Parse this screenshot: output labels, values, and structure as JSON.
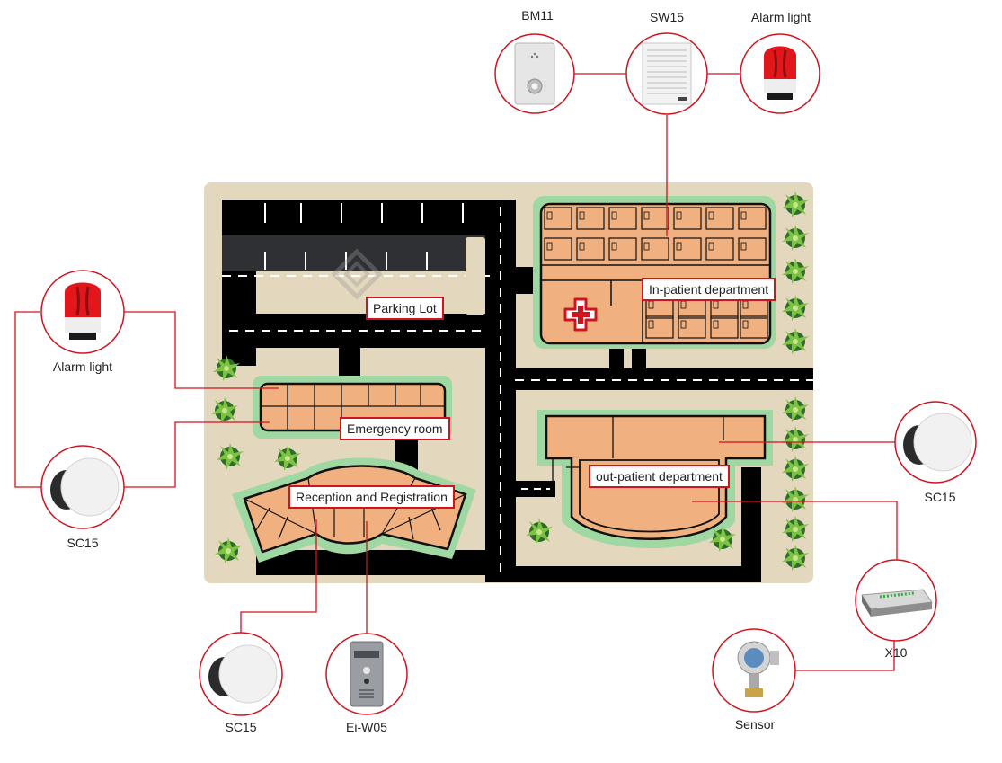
{
  "colors": {
    "ground": "#e3d7bd",
    "road": "#2f3033",
    "lane_marking": "#ffffff",
    "building_fill": "#f0b07f",
    "building_outline": "#111111",
    "lawn": "#9fd8a2",
    "connector": "#d0141e",
    "device_ring": "#d0141e",
    "hospital_cross": "#d0141e"
  },
  "zones": {
    "parking_lot": "Parking Lot",
    "inpatient": "In-patient department",
    "emergency": "Emergency room",
    "reception": "Reception and Registration",
    "outpatient": "out-patient department"
  },
  "devices": {
    "bm11": {
      "label": "BM11",
      "icon": "intercom-panel-icon"
    },
    "sw15_top": {
      "label": "SW15",
      "icon": "wall-speaker-icon"
    },
    "alarm_light_top": {
      "label": "Alarm light",
      "icon": "alarm-beacon-icon"
    },
    "alarm_light_left": {
      "label": "Alarm light",
      "icon": "alarm-beacon-icon"
    },
    "sc15_left": {
      "label": "SC15",
      "icon": "ceiling-speaker-icon"
    },
    "sc15_right": {
      "label": "SC15",
      "icon": "ceiling-speaker-icon"
    },
    "sc15_bottom": {
      "label": "SC15",
      "icon": "ceiling-speaker-icon"
    },
    "eiw05": {
      "label": "Ei-W05",
      "icon": "door-intercom-icon"
    },
    "x10": {
      "label": "X10",
      "icon": "io-module-icon"
    },
    "sensor": {
      "label": "Sensor",
      "icon": "pressure-sensor-icon"
    }
  }
}
